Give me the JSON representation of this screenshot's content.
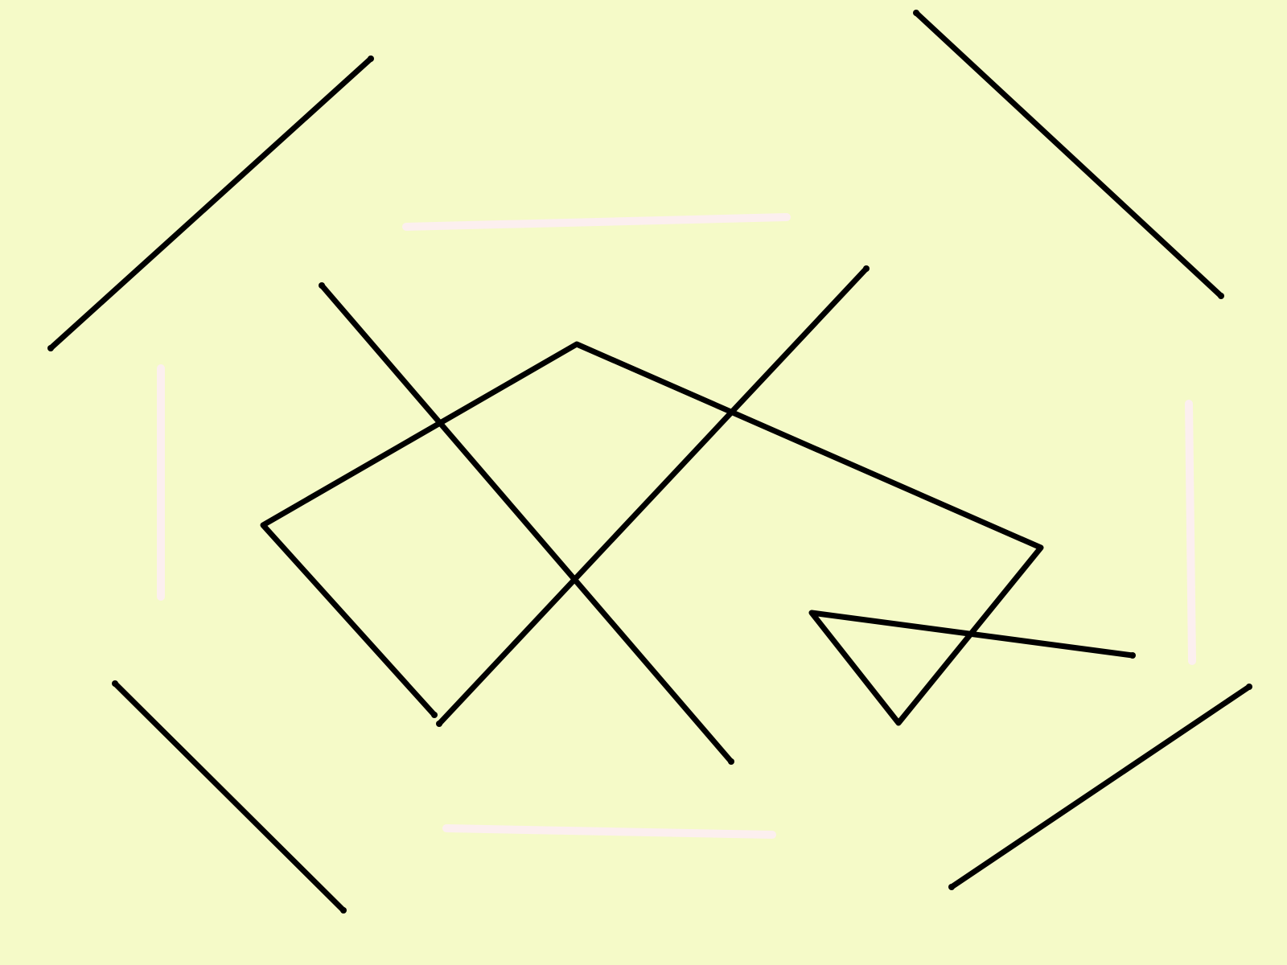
{
  "colors": {
    "background": "#F5FAC8",
    "stroke": "#000000",
    "faint_stroke": "#FCEFEF"
  },
  "elements": [
    {
      "name": "diagonal-line-top-left",
      "kind": "line"
    },
    {
      "name": "diagonal-line-top-right",
      "kind": "line"
    },
    {
      "name": "diagonal-line-bottom-left",
      "kind": "line"
    },
    {
      "name": "diagonal-line-bottom-right",
      "kind": "line"
    },
    {
      "name": "center-polyline",
      "kind": "polyline"
    },
    {
      "name": "right-polyline",
      "kind": "polyline"
    },
    {
      "name": "crossing-line-descending",
      "kind": "line"
    },
    {
      "name": "crossing-line-ascending",
      "kind": "line"
    },
    {
      "name": "faint-line-top",
      "kind": "faint-line"
    },
    {
      "name": "faint-line-left",
      "kind": "faint-line"
    },
    {
      "name": "faint-line-right",
      "kind": "faint-line"
    },
    {
      "name": "faint-line-bottom",
      "kind": "faint-line"
    }
  ]
}
